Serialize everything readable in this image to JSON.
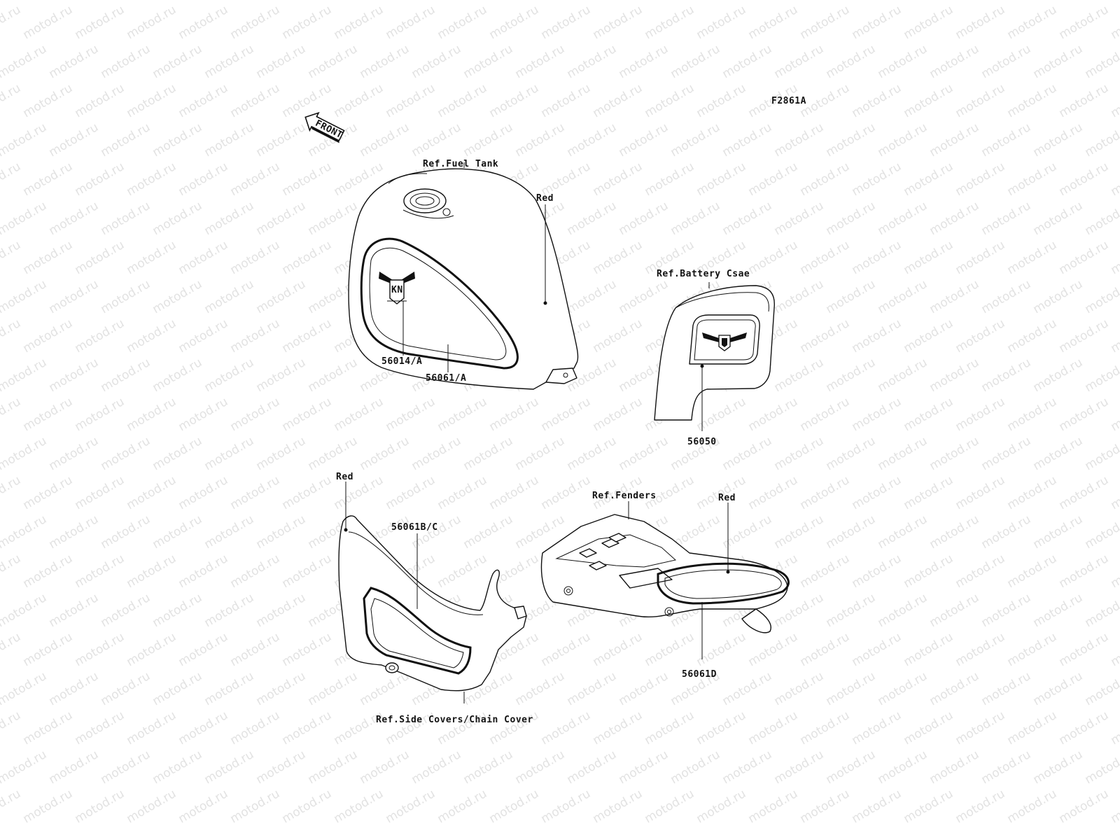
{
  "figure_code": "F2861A",
  "front_arrow_label": "FRONT",
  "watermark": "motod.ru",
  "callouts": {
    "fuel_tank_ref": "Ref.Fuel Tank",
    "fuel_tank_color": "Red",
    "tank_emblem_part": "56014/A",
    "tank_stripe_part": "56061/A",
    "battery_case_ref": "Ref.Battery Csae",
    "battery_case_part": "56050",
    "side_cover_color": "Red",
    "side_cover_part": "56061B/C",
    "side_cover_ref": "Ref.Side Covers/Chain Cover",
    "fenders_ref": "Ref.Fenders",
    "fender_color": "Red",
    "fender_part": "56061D"
  },
  "colors": {
    "line": "#111111",
    "watermark": "#e2e2e2",
    "background": "#ffffff"
  }
}
